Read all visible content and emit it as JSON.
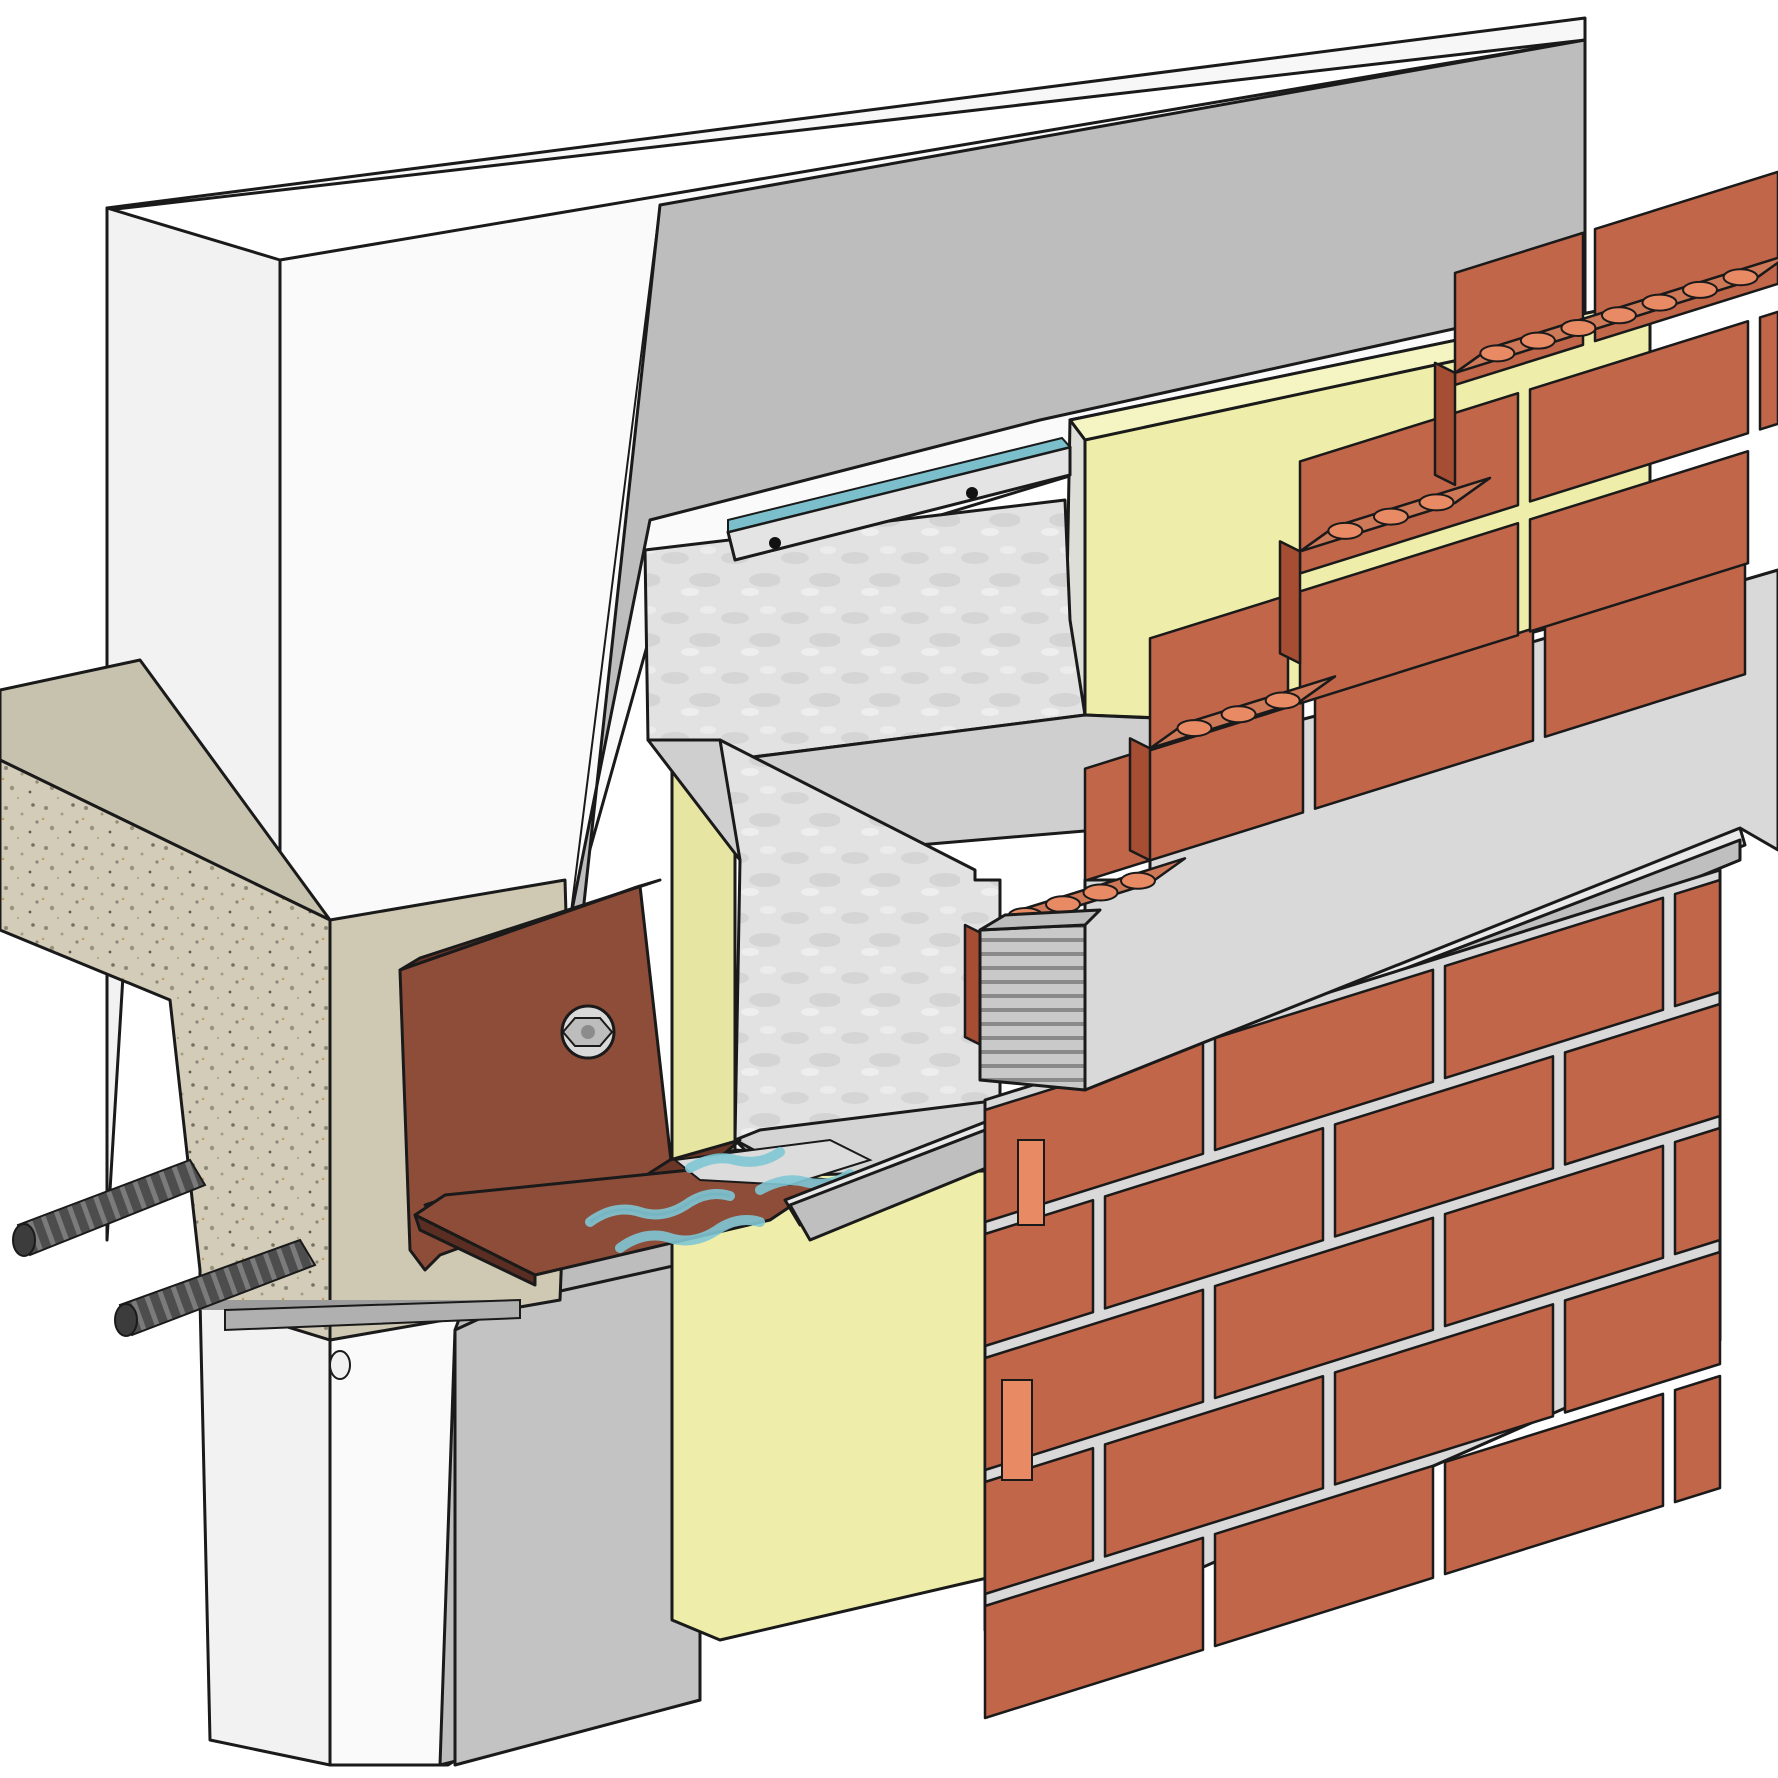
{
  "title": "",
  "colors": {
    "block_front": "#f2f2f2",
    "block_face": "#fbfbfb",
    "plaster_grey": "#bdbdbd",
    "plaster_light": "#d6d6d6",
    "slab_concrete": "#cfc9b5",
    "slab_top": "#c7c2ad",
    "insulation": "#eeeeaa",
    "insulation_side": "#deded8",
    "membrane": "#e4e4e4",
    "angle_front": "#8e4d39",
    "angle_dark": "#6a3628",
    "brick_face": "#c2664a",
    "brick_top": "#cd7857",
    "brick_dark": "#a64e34",
    "brick_hole": "#e88a63",
    "mortar": "#d9d9d9",
    "galvanised": "#e9e9e9",
    "tie_blue": "#7fc7d4",
    "rebar": "#5a5a5a",
    "weep_vent": "#9a9a9a"
  },
  "components": [
    "concrete-block-wall",
    "plaster-finish",
    "concrete-floor-slab",
    "steel-reinforcement-bars",
    "cavity-insulation-board",
    "cavity-tray-membrane",
    "cavity-closer-flashing-strip",
    "steel-support-angle",
    "bolt-fixing",
    "wall-ties",
    "stainless-drip-flashing",
    "weep-vent",
    "brick-outer-leaf"
  ]
}
